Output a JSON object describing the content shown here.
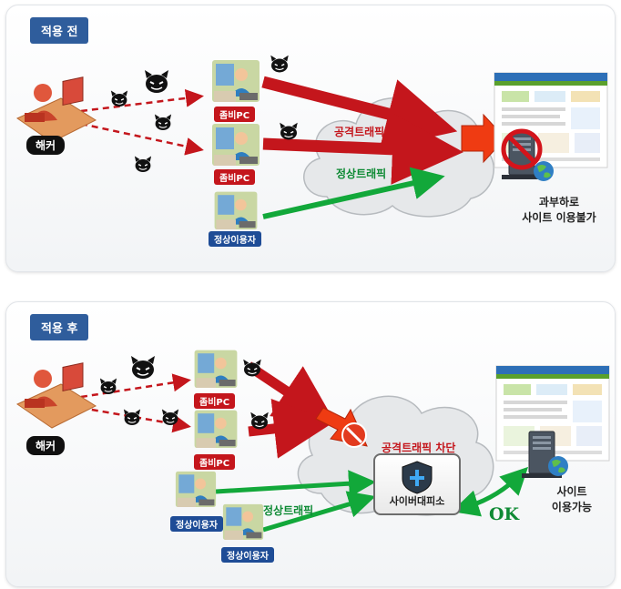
{
  "before": {
    "tag": "적용 전",
    "hacker_label": "해커",
    "zombie_pc_labels": [
      "좀비PC",
      "좀비PC"
    ],
    "normal_user_label": "정상이용자",
    "attack_traffic_label": "공격트래픽",
    "normal_traffic_label": "정상트래픽",
    "status_lines": [
      "과부하로",
      "사이트 이용불가"
    ]
  },
  "after": {
    "tag": "적용 후",
    "hacker_label": "해커",
    "zombie_pc_labels": [
      "좀비PC",
      "좀비PC"
    ],
    "normal_user_labels": [
      "정상이용자",
      "정상이용자"
    ],
    "blocked_traffic_label": "공격트래픽 차단",
    "normal_traffic_label": "정상트래픽",
    "shelter_label": "사이버대피소",
    "ok_label": "OK",
    "status_lines": [
      "사이트",
      "이용가능"
    ]
  },
  "colors": {
    "attack": "#c4161c",
    "normal": "#12a83a",
    "tag_bg": "#2f5d9c",
    "blocked": "#e8360f"
  },
  "icons": [
    "hacker-icon",
    "devil-icon",
    "zombie-pc-icon",
    "user-pc-icon",
    "cloud-icon",
    "server-icon",
    "globe-icon",
    "no-entry-icon",
    "shield-icon",
    "website-icon"
  ]
}
